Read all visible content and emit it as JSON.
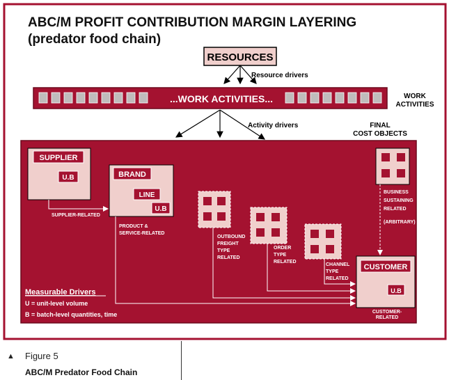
{
  "title_line1": "ABC/M PROFIT CONTRIBUTION MARGIN LAYERING",
  "title_line2": "(predator food chain)",
  "resources": "RESOURCES",
  "resource_drivers": "Resource drivers",
  "work_activities_bar": "...WORK ACTIVITIES...",
  "work_activities_label": [
    "WORK",
    "ACTIVITIES"
  ],
  "activity_drivers": "Activity drivers",
  "final_cost_objects": [
    "FINAL",
    "COST OBJECTS"
  ],
  "supplier": {
    "label": "SUPPLIER",
    "ub": "U.B",
    "related": "SUPPLIER-RELATED"
  },
  "brand": {
    "label": "BRAND",
    "line": "LINE",
    "ub": "U.B",
    "related": [
      "PRODUCT &",
      "SERVICE-RELATED"
    ]
  },
  "outbound": [
    "OUTBOUND",
    "FREIGHT",
    "TYPE",
    "RELATED"
  ],
  "order": [
    "ORDER",
    "TYPE",
    "RELATED"
  ],
  "channel": [
    "CHANNEL",
    "TYPE",
    "RELATED"
  ],
  "business": [
    "BUSINESS",
    "SUSTAINING",
    "RELATED",
    "",
    "(ARBITRARY)"
  ],
  "customer": {
    "label": "CUSTOMER",
    "ub": "U.B",
    "related": [
      "CUSTOMER-",
      "RELATED"
    ]
  },
  "legend": {
    "heading": "Measurable Drivers",
    "u": "U = unit-level volume",
    "b": "B = batch-level quantities, time"
  },
  "figure_number": "Figure 5",
  "figure_title": "ABC/M Predator Food Chain",
  "colors": {
    "maroon": "#a41230",
    "pink": "#f0cfcc",
    "dark": "#7c0c22",
    "gray": "#c0bcbc"
  }
}
